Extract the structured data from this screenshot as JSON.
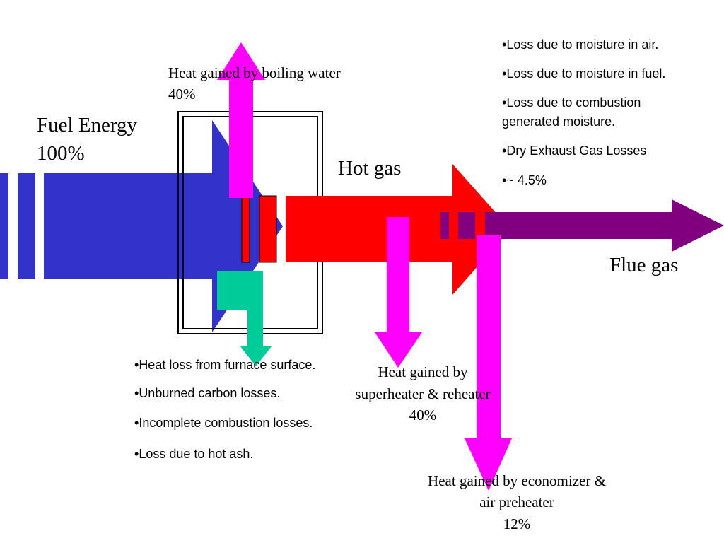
{
  "labels": {
    "fuel_energy": "Fuel Energy",
    "fuel_percent": "100%",
    "hot_gas": "Hot gas",
    "flue_gas": "Flue gas",
    "boiling_water": "Heat gained by boiling water",
    "boiling_water_percent": "40%",
    "superheater_line1": "Heat gained by",
    "superheater_line2": "superheater & reheater",
    "superheater_percent": "40%",
    "economizer_line1": "Heat gained by economizer &",
    "economizer_line2": "air preheater",
    "economizer_percent": "12%"
  },
  "flue_losses": [
    "Loss due to moisture in air.",
    "Loss due to moisture in fuel.",
    "Loss due to combustion",
    "generated moisture.",
    "Dry Exhaust Gas Losses",
    "~ 4.5%"
  ],
  "furnace_losses": [
    "Heat loss from furnace surface.",
    "Unburned carbon losses.",
    "Incomplete combustion losses.",
    "Loss due to hot ash."
  ],
  "colors": {
    "fuel": "#3333cc",
    "hot_gas": "#ff0000",
    "flue_gas": "#800080",
    "heat_gain": "#ff00ff",
    "ash_loss": "#00cc99",
    "furnace_box": "#000000"
  }
}
